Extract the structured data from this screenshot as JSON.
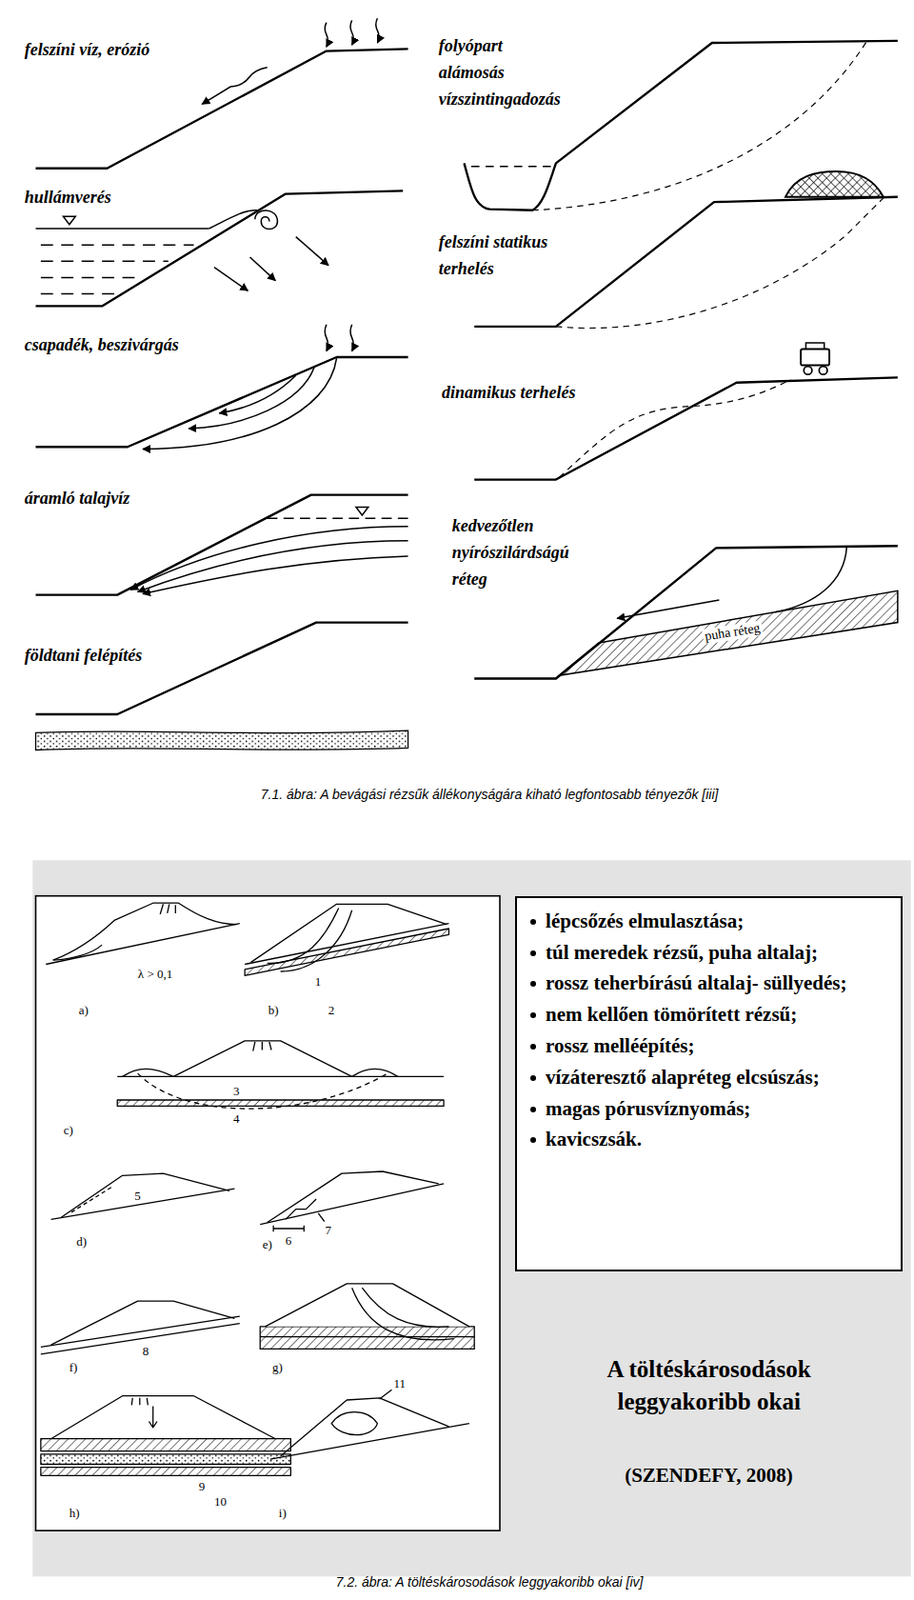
{
  "diagram": {
    "nodes": [
      {
        "text": [
          "lépcsőzés elmulasztása;",
          "túl meredek rézsű, puha altalaj;",
          "rossz teherbírású altalaj- süllyedés;",
          "nem kellően tömörített rézsű;",
          "rossz melléépítés;",
          "vízáteresztő alapréteg elcsúszás;",
          "magas pórusvíznyomás;",
          "kavicszsák."
        ]
      }
    ],
    "labels": [
      "felszíni víz, erózió",
      "hullámverés",
      "csapadék, beszivárgás",
      "áramló talajvíz",
      "földtani felépítés",
      "folyópart alámosás vízszintingadozás",
      "felszíni statikus terhelés",
      "dinamikus terhelés",
      "kedvezőtlen nyírószilárdságú réteg",
      "puha réteg",
      "7.1. ábra: A bevágási rézsűk állékonyságára kiható legfontosabb tényezők [iii]",
      "λ > 0,1",
      "a)",
      "1",
      "2",
      "b)",
      "3",
      "4",
      "c)",
      "5",
      "d)",
      "6",
      "7",
      "e)",
      "8",
      "f)",
      "g)",
      "9",
      "10",
      "h)",
      "11",
      "i)",
      "A töltéskárosodások leggyakoribb okai",
      "(SZENDEFY, 2008)",
      "7.2. ábra: A töltéskárosodások leggyakoribb okai [iv]"
    ]
  }
}
